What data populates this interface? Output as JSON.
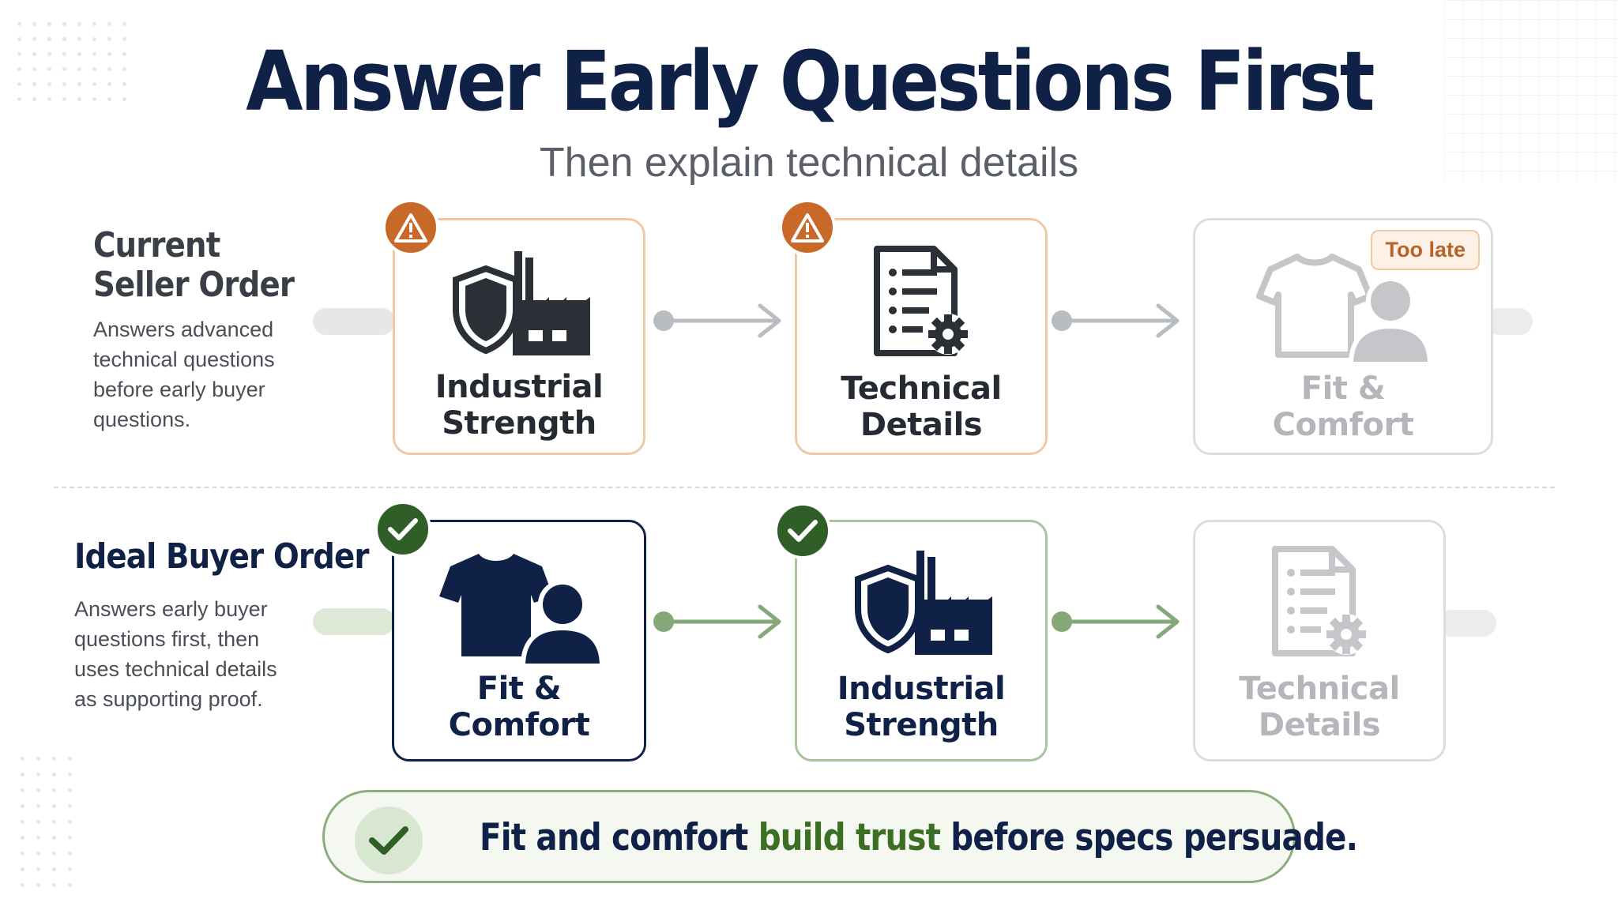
{
  "header": {
    "title": "Answer Early Questions First",
    "subtitle": "Then explain technical details"
  },
  "rows": [
    {
      "label_line1": "Current",
      "label_line2": "Seller Order",
      "desc": [
        "Answers advanced",
        "technical questions",
        "before early buyer",
        "questions."
      ],
      "steps": [
        {
          "line1": "Industrial",
          "line2": "Strength",
          "icon": "shield-factory-icon",
          "status": "warning"
        },
        {
          "line1": "Technical",
          "line2": "Details",
          "icon": "document-gear-icon",
          "status": "warning"
        },
        {
          "line1": "Fit &",
          "line2": "Comfort",
          "icon": "tshirt-person-icon",
          "status": "faded",
          "tag": "Too late"
        }
      ]
    },
    {
      "label": "Ideal Buyer Order",
      "desc": [
        "Answers early buyer",
        "questions first, then",
        "uses technical details",
        "as supporting proof."
      ],
      "steps": [
        {
          "line1": "Fit &",
          "line2": "Comfort",
          "icon": "tshirt-person-icon",
          "status": "check"
        },
        {
          "line1": "Industrial",
          "line2": "Strength",
          "icon": "shield-factory-icon",
          "status": "check"
        },
        {
          "line1": "Technical",
          "line2": "Details",
          "icon": "document-gear-icon",
          "status": "faded"
        }
      ]
    }
  ],
  "callout": {
    "text_before": "Fit and comfort ",
    "text_highlight": "build trust",
    "text_after": " before specs persuade."
  },
  "colors": {
    "navy": "#0f2147",
    "warning": "#c8692a",
    "success": "#2f5e26",
    "connector_gray": "#b9bcc0",
    "connector_green": "#86a878",
    "faded": "#c4c6c9"
  }
}
